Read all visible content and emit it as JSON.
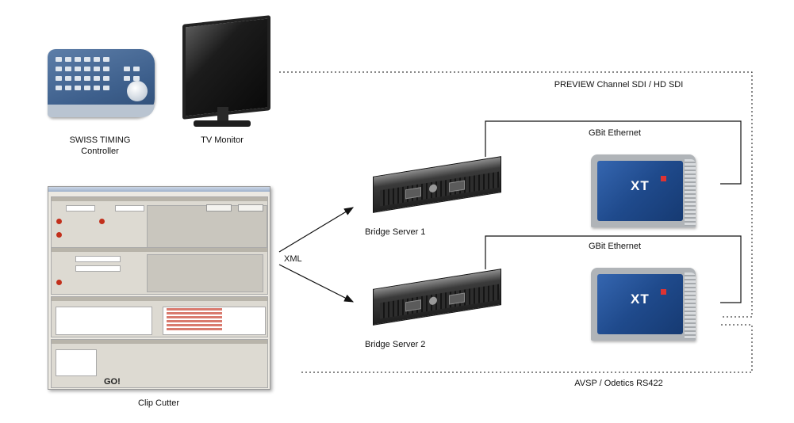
{
  "labels": {
    "controller": "SWISS TIMING\nController",
    "tv_monitor": "TV Monitor",
    "clip_cutter": "Clip Cutter",
    "bridge1": "Bridge Server 1",
    "bridge2": "Bridge Server 2",
    "xml": "XML",
    "preview": "PREVIEW Channel SDI / HD SDI",
    "gbit1": "GBit Ethernet",
    "gbit2": "GBit Ethernet",
    "avsp": "AVSP / Odetics RS422"
  },
  "devices": {
    "xt2_logo": "XT",
    "clip_cutter_go": "GO!"
  },
  "colors": {
    "xt2_panel": "#1f4a8c",
    "controller": "#3d5f8c",
    "line": "#111111"
  }
}
